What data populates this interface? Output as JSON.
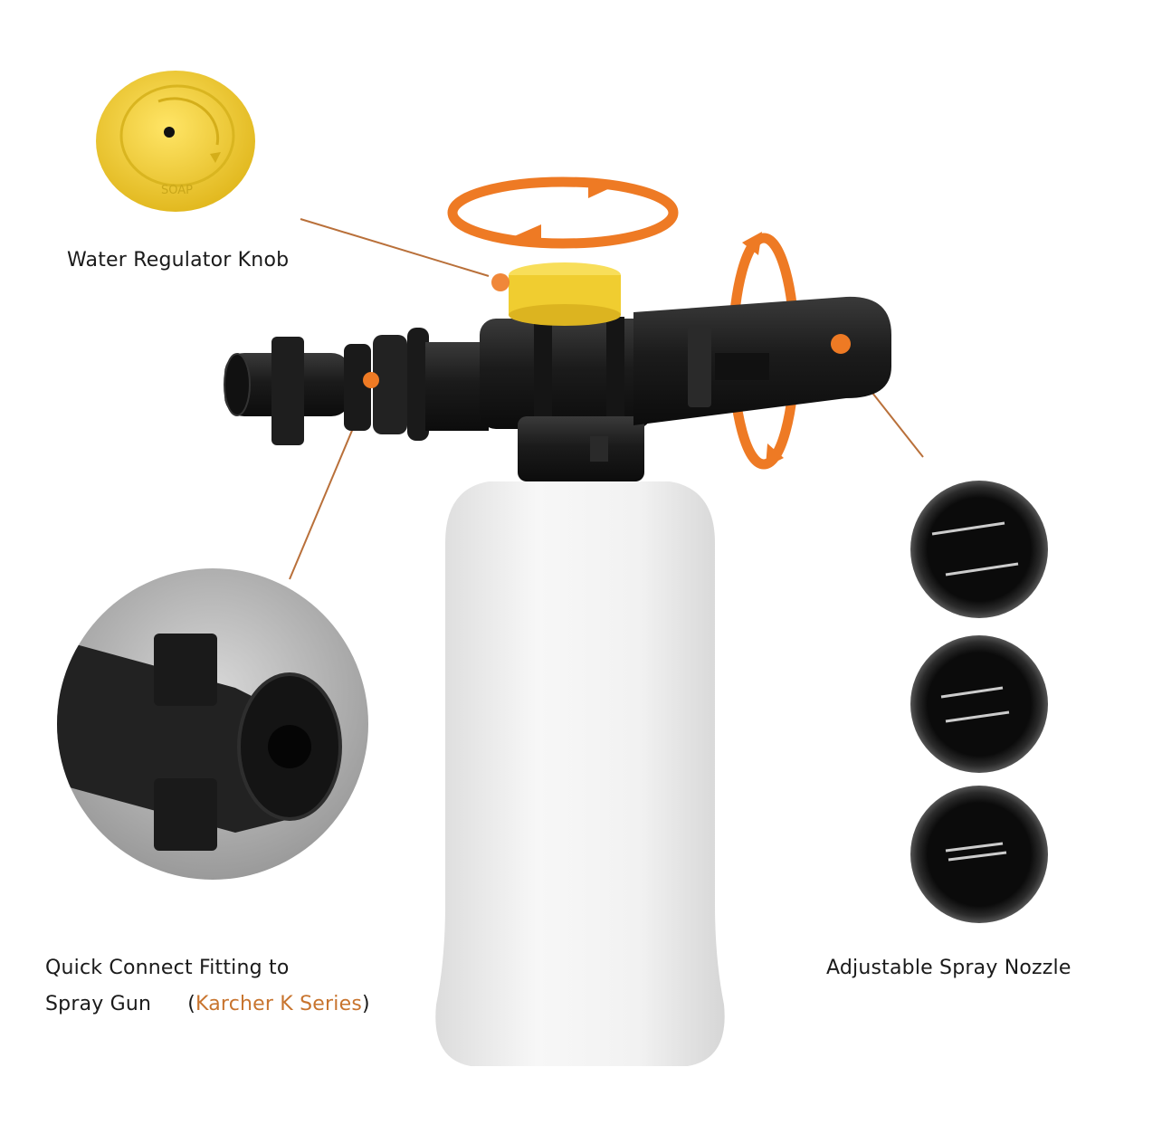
{
  "labels": {
    "knob": "Water Regulator Knob",
    "fitting_line1": "Quick Connect Fitting to",
    "fitting_line2_prefix": "Spray Gun",
    "fitting_open_paren": "(",
    "fitting_series": "Karcher K Series",
    "fitting_close_paren": ")",
    "nozzle": "Adjustable Spray Nozzle",
    "knob_embossed_text": "SOAP"
  },
  "colors": {
    "accent_orange": "#ee7a24",
    "accent_text": "#c8742e",
    "knob_yellow": "#f2d23c",
    "body_black": "#1c1c1c",
    "bottle_white": "#f1f1f1",
    "inset_gray": "#b8b8b8"
  },
  "nozzle_views": [
    {
      "position": "top",
      "mode": "wide"
    },
    {
      "position": "middle",
      "mode": "medium"
    },
    {
      "position": "bottom",
      "mode": "narrow"
    }
  ]
}
